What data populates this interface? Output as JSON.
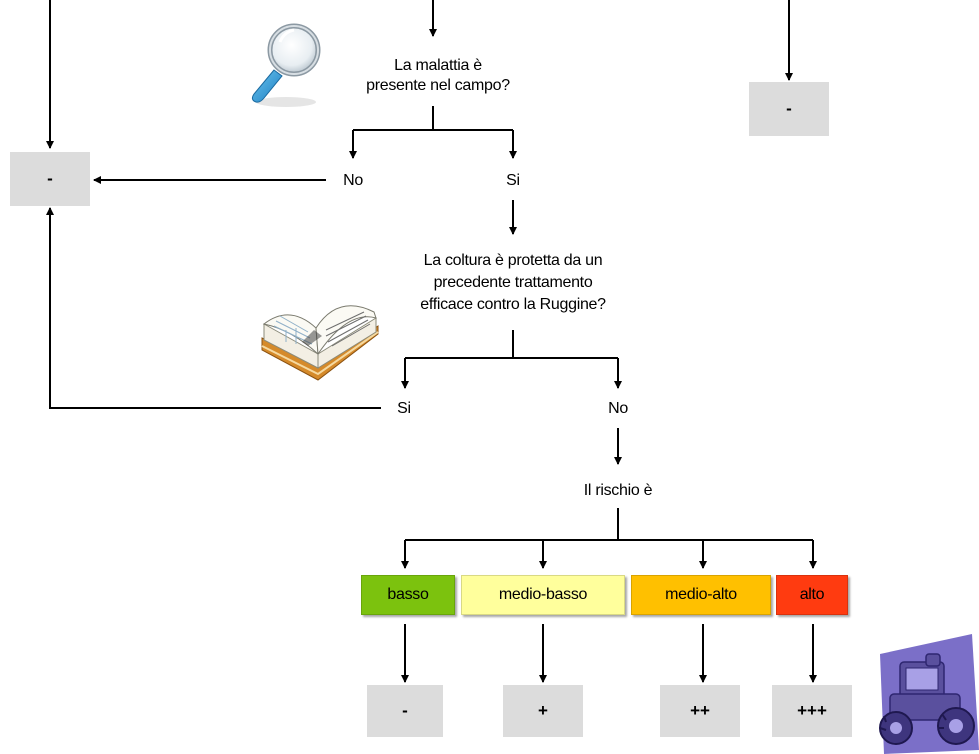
{
  "question_disease": "La malattia è\npresente nel campo?",
  "answer_no_1": "No",
  "answer_si_1": "Si",
  "question_protection": "La coltura è protetta da un\nprecedente trattamento\nefficace contro la Ruggine?",
  "answer_si_2": "Si",
  "answer_no_2": "No",
  "risk_label": "Il rischio è",
  "outcome_left": "-",
  "outcome_top_right": "-",
  "risk_levels": [
    {
      "label": "basso",
      "color": "#7cc20e",
      "outcome": "-"
    },
    {
      "label": "medio-basso",
      "color": "#ffff9c",
      "outcome": "+"
    },
    {
      "label": "medio-alto",
      "color": "#ffc000",
      "outcome": "++"
    },
    {
      "label": "alto",
      "color": "#ff3b10",
      "outcome": "+++"
    }
  ],
  "icons": [
    "magnifier-icon",
    "open-book-icon",
    "tractor-icon"
  ],
  "colors": {
    "outcome_box": "#dcdcdc",
    "line": "#000000"
  }
}
